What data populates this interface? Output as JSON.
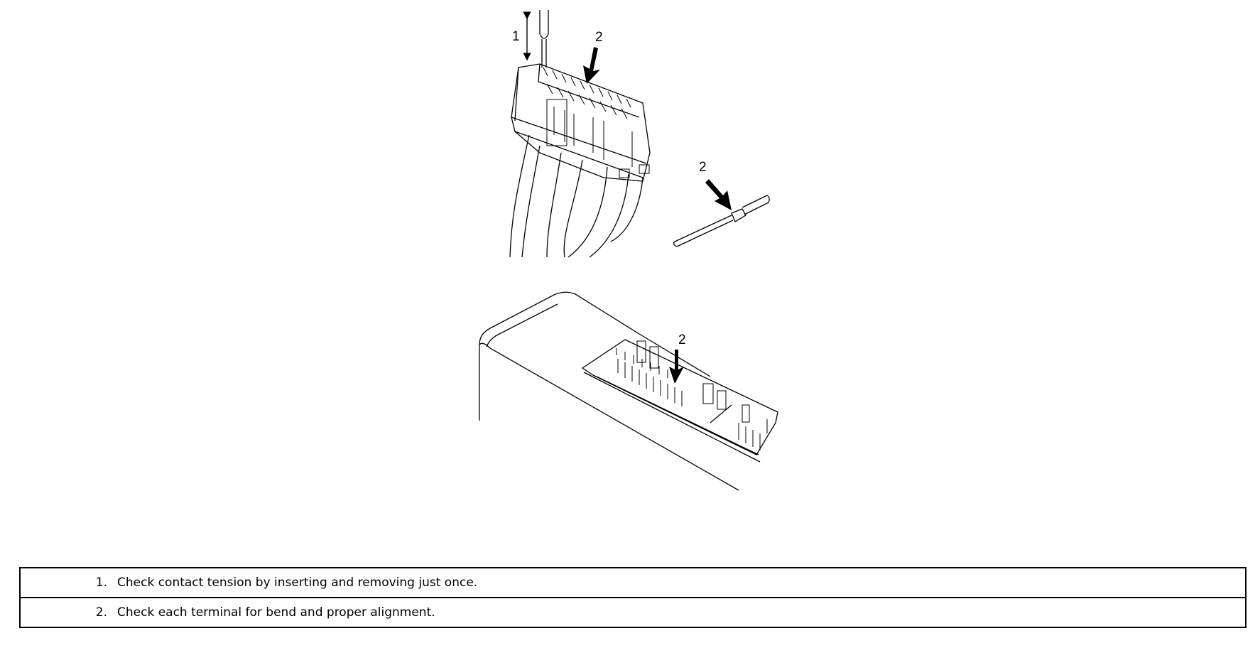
{
  "diagram": {
    "callouts": {
      "upper_connector_tension": "1",
      "upper_connector_terminal": "2",
      "loose_terminal": "2",
      "ecu_terminal": "2"
    }
  },
  "legend": {
    "rows": [
      {
        "number": "1.",
        "text": "Check contact tension by inserting and removing just once."
      },
      {
        "number": "2.",
        "text": "Check each terminal for bend and proper alignment."
      }
    ]
  }
}
